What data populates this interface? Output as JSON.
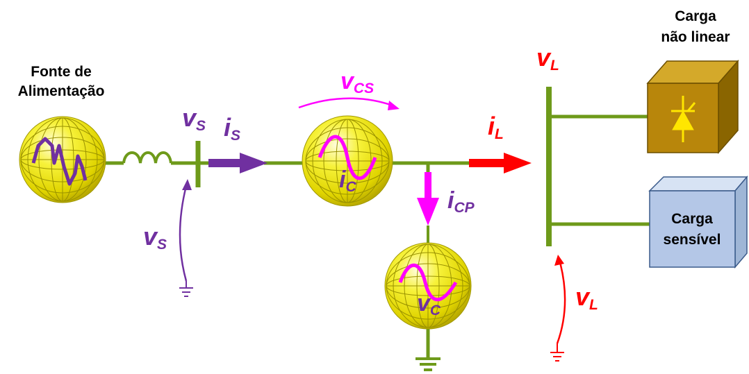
{
  "labels": {
    "source_line1": "Fonte de",
    "source_line2": "Alimentação",
    "nonlinear_line1": "Carga",
    "nonlinear_line2": "não linear",
    "sensitive_line1": "Carga",
    "sensitive_line2": "sensível"
  },
  "variables": {
    "vS_node": {
      "main": "v",
      "sub": "S"
    },
    "iS": {
      "main": "i",
      "sub": "S"
    },
    "vS_ground": {
      "main": "v",
      "sub": "S"
    },
    "vCS": {
      "main": "v",
      "sub": "CS"
    },
    "iC": {
      "main": "i",
      "sub": "C"
    },
    "iL": {
      "main": "i",
      "sub": "L"
    },
    "iCP": {
      "main": "i",
      "sub": "CP"
    },
    "vC": {
      "main": "v",
      "sub": "C"
    },
    "vL_top": {
      "main": "v",
      "sub": "L"
    },
    "vL_ground": {
      "main": "v",
      "sub": "L"
    }
  },
  "colors": {
    "wire": "#6e9a1a",
    "purple": "#7030a0",
    "magenta": "#ff00ff",
    "red": "#ff0000",
    "sphere": "#f2ef2a",
    "nonlinear_box": "#b8860b",
    "sensitive_box": "#b4c7e7"
  }
}
